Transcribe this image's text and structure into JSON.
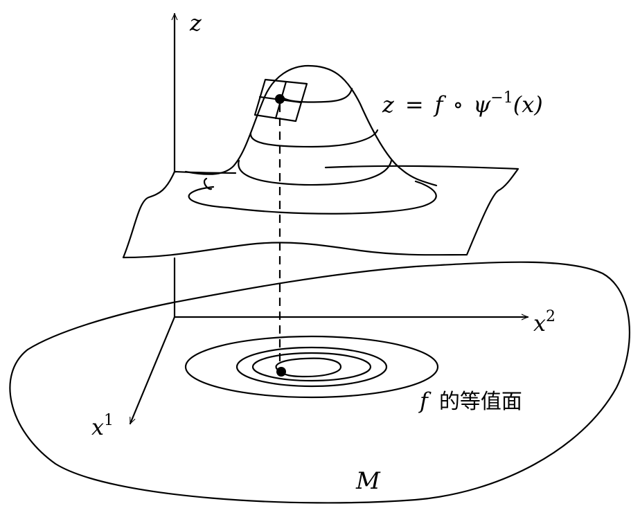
{
  "axes": {
    "z": "z",
    "x1": {
      "base": "x",
      "sup": "1"
    },
    "x2": {
      "base": "x",
      "sup": "2"
    }
  },
  "surface_label": {
    "lhs": "z",
    "eq": "=",
    "f": "f",
    "compose": "∘",
    "psi": "ψ",
    "sup": "−1",
    "arg": "(x)"
  },
  "level_label": {
    "f": "f",
    "text": "的等值面"
  },
  "manifold_label": "M",
  "colors": {
    "stroke": "#000000",
    "background": "#ffffff"
  }
}
